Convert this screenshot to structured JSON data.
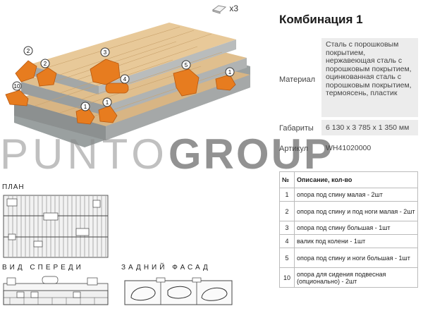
{
  "header": {
    "title": "Комбинация 1",
    "quantity_label": "x3"
  },
  "info": {
    "material_label": "Материал",
    "material_value": "Сталь с порошковым покрытием, нержавеющая сталь с порошковым покрытием, оцинкованная сталь с порошковым покрытием, термоясень, пластик",
    "dimensions_label": "Габариты",
    "dimensions_value": "6 130 х 3 785 х 1 350 мм",
    "article_label": "Артикул",
    "article_value": "WH41020000"
  },
  "watermark": {
    "light": "PUNTO",
    "bold": "GROUP"
  },
  "table": {
    "headers": [
      "№",
      "Описание, кол-во"
    ],
    "rows": [
      {
        "num": "1",
        "desc": "опора под спину малая - 2шт"
      },
      {
        "num": "2",
        "desc": "опора под спину и под ноги малая - 2шт"
      },
      {
        "num": "3",
        "desc": "опора под спину большая - 1шт"
      },
      {
        "num": "4",
        "desc": "валик под колени - 1шт"
      },
      {
        "num": "5",
        "desc": "опора под спину и ноги большая - 1шт"
      },
      {
        "num": "10",
        "desc": "опора для сидения подвесная (опционально) - 2шт"
      }
    ]
  },
  "render_labels": [
    "2",
    "2",
    "3",
    "10",
    "4",
    "5",
    "1",
    "1",
    "1",
    "1"
  ],
  "drawings": {
    "plan_caption": "ПЛАН",
    "front_caption": "ВИД СПЕРЕДИ",
    "back_caption": "ЗАДНИЙ ФАСАД"
  }
}
